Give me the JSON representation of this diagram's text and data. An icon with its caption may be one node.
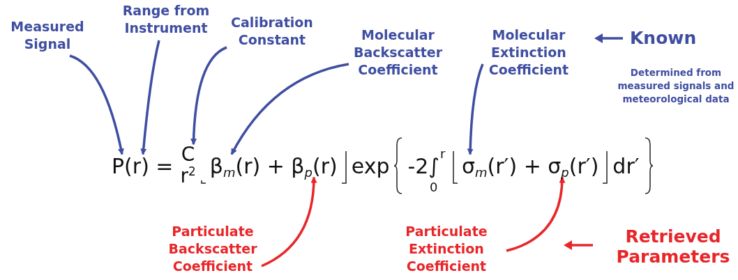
{
  "diagram": {
    "nodes": [
      {
        "text": [
          "Measured Signal"
        ]
      },
      {
        "text": [
          "Range from Instrument"
        ]
      },
      {
        "text": [
          "Calibration Constant"
        ]
      },
      {
        "text": [
          "Molecular Backscatter Coefficient"
        ]
      },
      {
        "text": [
          "Molecular Extinction Coefficient"
        ]
      },
      {
        "text": [
          "P(r) ="
        ]
      },
      {
        "text": [
          "C"
        ]
      },
      {
        "text": [
          "β$_{m}$(r) + β$_{p}$(r)"
        ]
      },
      {
        "text": [
          "σ$_{m}$(r′) + σ$_{p}$(r′)"
        ]
      },
      {
        "text": [
          "Particulate Backscatter Coefficient"
        ]
      },
      {
        "text": [
          "Particulate Extinction Coefficient"
        ]
      }
    ],
    "edges": [
      {
        "from": 0,
        "to": 5,
        "arrow": "to"
      },
      {
        "from": 1,
        "to": 5,
        "arrow": "to"
      },
      {
        "from": 2,
        "to": 6,
        "arrow": "to"
      },
      {
        "from": 3,
        "to": 7,
        "arrow": "to"
      },
      {
        "from": 4,
        "to": 8,
        "arrow": "to"
      },
      {
        "from": 9,
        "to": 7,
        "arrow": "to",
        "color": "#e8262a"
      },
      {
        "from": 10,
        "to": 8,
        "arrow": "to",
        "color": "#e8262a"
      }
    ],
    "labels": [
      "Known",
      "Determined from measured signals and meteorological data",
      "r$^{2}$",
      "exp",
      "r",
      "-2∫",
      "0",
      "dr′",
      "Retrieved Parameters"
    ]
  }
}
